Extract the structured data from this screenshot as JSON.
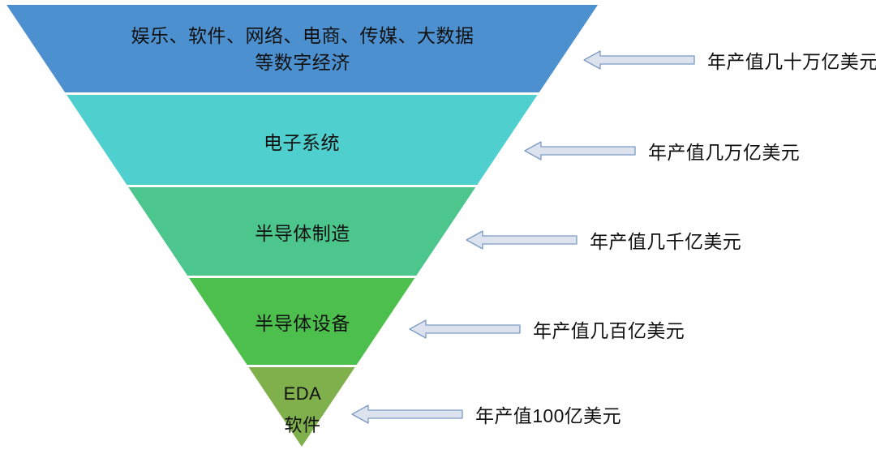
{
  "diagram": {
    "type": "inverted-pyramid",
    "background_color": "#ffffff",
    "tiers": [
      {
        "id": "tier-digital-economy",
        "label": "娱乐、软件、网络、电商、传媒、大数据\n等数字经济",
        "color": "#4D90CF",
        "annotation": "年产值几十万亿美元"
      },
      {
        "id": "tier-electronic-systems",
        "label": "电子系统",
        "color": "#4FCFCD",
        "annotation": "年产值几万亿美元"
      },
      {
        "id": "tier-semiconductor-manufacturing",
        "label": "半导体制造",
        "color": "#4CC68D",
        "annotation": "年产值几千亿美元"
      },
      {
        "id": "tier-semiconductor-equipment",
        "label": "半导体设备",
        "color": "#4CBF4C",
        "annotation": "年产值几百亿美元"
      },
      {
        "id": "tier-eda-software",
        "label": "EDA\n软件",
        "color": "#7FB04C",
        "annotation": "年产值100亿美元"
      }
    ],
    "arrow": {
      "direction": "left",
      "fill_color": "#DCE3EF",
      "stroke_color": "#7C9AC4",
      "icon": "left-arrow-icon"
    }
  }
}
